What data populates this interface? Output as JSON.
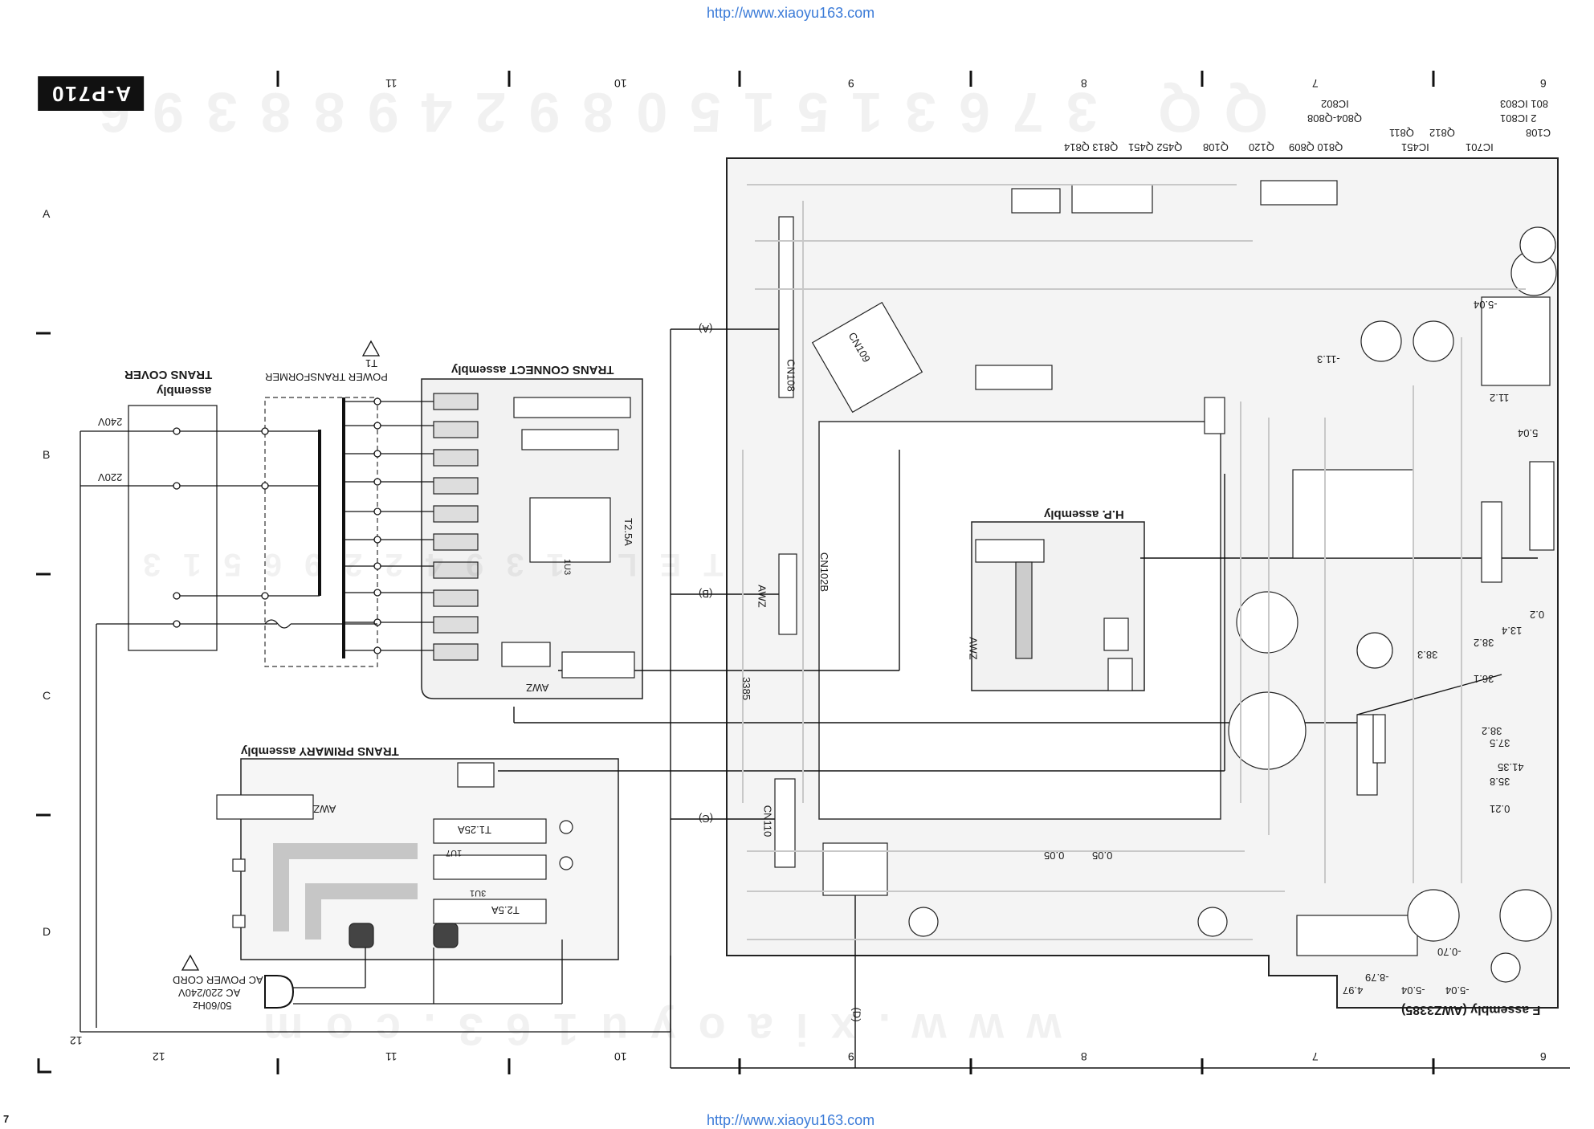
{
  "header": {
    "source_url_top": "http://www.xiaoyu163.com",
    "source_url_bottom": "http://www.xiaoyu163.com",
    "model_label": "A-P710",
    "page_number": "7"
  },
  "watermarks": {
    "digits": "QQ 3763151508924988396",
    "tel": "TEL 13942296513",
    "site": "www.xiaoyu163.com"
  },
  "grid": {
    "columns_top": [
      "11",
      "10",
      "9",
      "8",
      "7",
      "6"
    ],
    "columns_bottom": [
      "12",
      "11",
      "10",
      "9",
      "8",
      "7",
      "6"
    ],
    "rows": [
      "A",
      "B",
      "C",
      "D"
    ],
    "corner_num": "12"
  },
  "assemblies": {
    "trans_cover_title": "TRANS COVER",
    "trans_cover_sub": "assembly",
    "trans_connect": "TRANS CONNECT assembly",
    "trans_primary": "TRANS PRIMARY assembly",
    "hp": "H.P. assembly",
    "f_assembly": "F assembly (AWZ3385)"
  },
  "transformer": {
    "ref": "T1",
    "name": "POWER TRANSFORMER",
    "v240": "240V",
    "v220": "220V"
  },
  "ac_cord": {
    "line1": "AC POWER CORD",
    "line2": "AC 220/240V",
    "line3": "50/60Hz"
  },
  "connectors": {
    "a": "(A)",
    "b": "(B)",
    "c": "(C)",
    "d": "(D)",
    "cn109": "CN109",
    "cn110": "CN110",
    "cn108": "CN108",
    "cn102b": "CN102B"
  },
  "board_codes": {
    "awz1": "AWZ",
    "awz2": "AWZ",
    "awz3": "AWZ",
    "awz_hp": "AWZ",
    "n3385": "3385"
  },
  "fuses": {
    "f1": "T2.5A",
    "f2": "T1.25A",
    "f3": "T2.5A",
    "f1_ref": "1U3",
    "f2_ref": "1U7",
    "f3_ref": "3U1"
  },
  "part_refs_top": {
    "r1": "IC802",
    "r2": "Q804-Q808",
    "r3": "Q811",
    "r4": "Q812",
    "r5": "IC451",
    "r6": "IC701",
    "r7": "Q810 Q809",
    "r8": "Q120",
    "r9": "Q108",
    "r10": "Q452 Q451",
    "r11": "Q813 Q814",
    "r12": "801 IC803",
    "r13": "2 IC801",
    "r14": "C108"
  },
  "voltages": {
    "v1": "-11.3",
    "v2": "11.2",
    "v3": "-5.04",
    "v4": "5.04",
    "v5": "38.2",
    "v6": "38.3",
    "v7": "36.1",
    "v8": "38.2",
    "v9": "37.5",
    "v10": "35.8",
    "v11": "0.21",
    "v12": "0.05",
    "v13": "0.05",
    "v14": "-0.70",
    "v15": "-5.04",
    "v16": "-5.04",
    "v17": "4.97",
    "v18": "-8.79",
    "v19": "0.2",
    "v20": "13.4",
    "v21": "41.35"
  }
}
